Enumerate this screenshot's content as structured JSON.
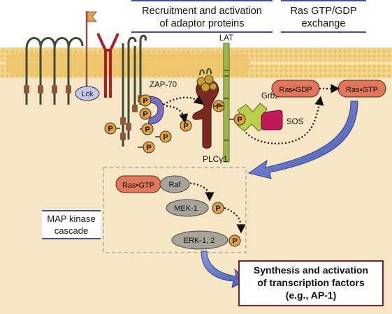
{
  "headers": {
    "recruitment": [
      "Recruitment and activation",
      "of adaptor proteins"
    ],
    "ras_exchange": [
      "Ras GTP/GDP",
      "exchange"
    ]
  },
  "labels": {
    "lck": "Lck",
    "zap70": "ZAP-70",
    "lat": "LAT",
    "grb2": "Grb2",
    "sos": "SOS",
    "plc": "PLCγ1",
    "ras_gdp": "Ras•GDP",
    "ras_gtp": "Ras•GTP",
    "ras_gtp_2": "Ras•GTP",
    "raf": "Raf",
    "mek": "MEK-1",
    "erk": "ERK-1, 2",
    "phospho": "P"
  },
  "map_kinase": [
    "MAP kinase",
    "cascade"
  ],
  "outcome": [
    "Synthesis and activation",
    "of transcription factors",
    "(e.g., AP-1)"
  ],
  "colors": {
    "cytoplasm": "#f6e6c6",
    "membrane": "#f3d58c",
    "phospho": "#e5a13a",
    "ras": "#e0765a",
    "kinase": "#a9a49a",
    "zap70": "#7b6fc0",
    "plc": "#7a2a23",
    "sos": "#c0195c",
    "grb2": "#b9cf4b",
    "header_rule": "#3d4fa3",
    "outcome_border": "#8b1a2c",
    "arrow_blue": "#5d6fc0"
  }
}
